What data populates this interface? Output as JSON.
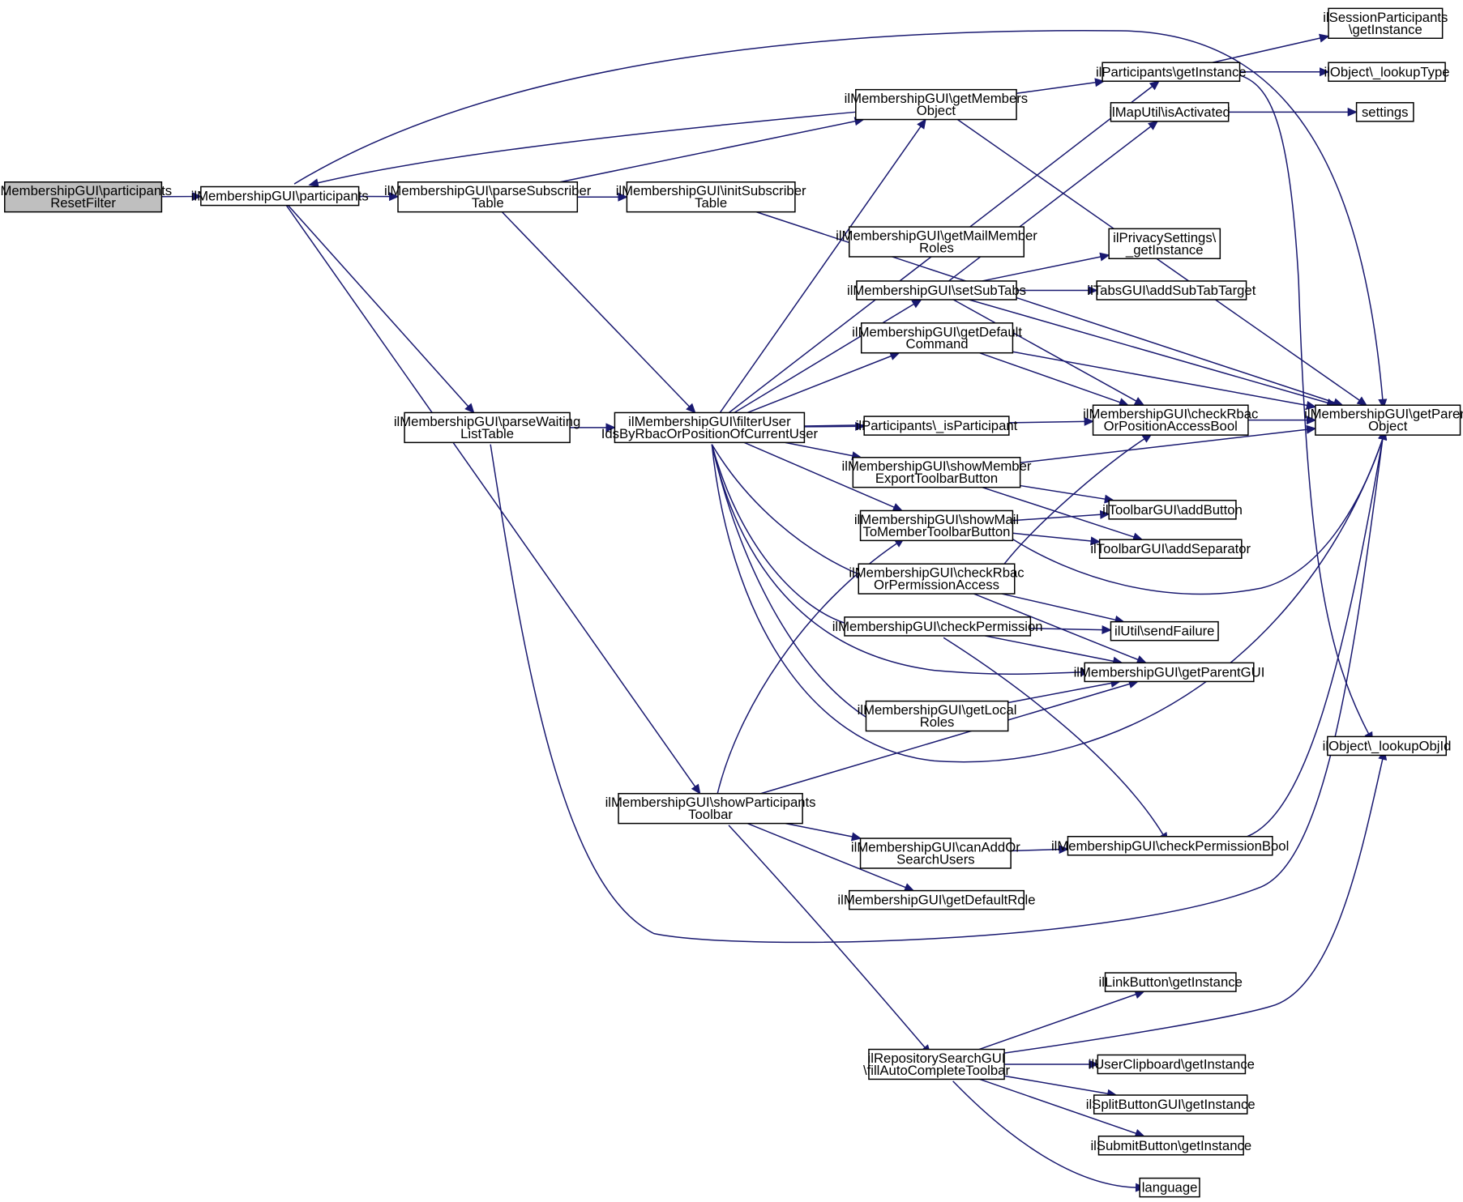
{
  "nodes": [
    {
      "id": "root",
      "lines": [
        "ilMembershipGUI\\participants",
        "ResetFilter"
      ],
      "root": true
    },
    {
      "id": "participants",
      "lines": [
        "ilMembershipGUI\\participants"
      ]
    },
    {
      "id": "parseSubscriber",
      "lines": [
        "ilMembershipGUI\\parseSubscriber",
        "Table"
      ]
    },
    {
      "id": "initSubscriber",
      "lines": [
        "ilMembershipGUI\\initSubscriber",
        "Table"
      ]
    },
    {
      "id": "getMembersObject",
      "lines": [
        "ilMembershipGUI\\getMembers",
        "Object"
      ]
    },
    {
      "id": "parseWaiting",
      "lines": [
        "ilMembershipGUI\\parseWaiting",
        "ListTable"
      ]
    },
    {
      "id": "filterUser",
      "lines": [
        "ilMembershipGUI\\filterUser",
        "IdsByRbacOrPositionOfCurrentUser"
      ]
    },
    {
      "id": "showPartToolbar",
      "lines": [
        "ilMembershipGUI\\showParticipants",
        "Toolbar"
      ]
    },
    {
      "id": "partGetInstance",
      "lines": [
        "ilParticipants\\getInstance"
      ]
    },
    {
      "id": "sessionPart",
      "lines": [
        "ilSessionParticipants",
        "\\getInstance"
      ]
    },
    {
      "id": "lookupType",
      "lines": [
        "ilObject\\_lookupType"
      ]
    },
    {
      "id": "mapUtil",
      "lines": [
        "ilMapUtil\\isActivated"
      ]
    },
    {
      "id": "settings",
      "lines": [
        "settings"
      ]
    },
    {
      "id": "getMailRoles",
      "lines": [
        "ilMembershipGUI\\getMailMember",
        "Roles"
      ]
    },
    {
      "id": "privacy",
      "lines": [
        "ilPrivacySettings\\",
        "_getInstance"
      ]
    },
    {
      "id": "setSubTabs",
      "lines": [
        "ilMembershipGUI\\setSubTabs"
      ]
    },
    {
      "id": "tabsGUI",
      "lines": [
        "ilTabsGUI\\addSubTabTarget"
      ]
    },
    {
      "id": "getDefaultCmd",
      "lines": [
        "ilMembershipGUI\\getDefault",
        "Command"
      ]
    },
    {
      "id": "checkRbacPos",
      "lines": [
        "ilMembershipGUI\\checkRbac",
        "OrPositionAccessBool"
      ]
    },
    {
      "id": "getParentObject",
      "lines": [
        "ilMembershipGUI\\getParent",
        "Object"
      ]
    },
    {
      "id": "isParticipant",
      "lines": [
        "ilParticipants\\_isParticipant"
      ]
    },
    {
      "id": "showExport",
      "lines": [
        "ilMembershipGUI\\showMember",
        "ExportToolbarButton"
      ]
    },
    {
      "id": "addButton",
      "lines": [
        "ilToolbarGUI\\addButton"
      ]
    },
    {
      "id": "showMail",
      "lines": [
        "ilMembershipGUI\\showMail",
        "ToMemberToolbarButton"
      ]
    },
    {
      "id": "addSeparator",
      "lines": [
        "ilToolbarGUI\\addSeparator"
      ]
    },
    {
      "id": "checkRbacPerm",
      "lines": [
        "ilMembershipGUI\\checkRbac",
        "OrPermissionAccess"
      ]
    },
    {
      "id": "sendFailure",
      "lines": [
        "ilUtil\\sendFailure"
      ]
    },
    {
      "id": "checkPermission",
      "lines": [
        "ilMembershipGUI\\checkPermission"
      ]
    },
    {
      "id": "getParentGUI",
      "lines": [
        "ilMembershipGUI\\getParentGUI"
      ]
    },
    {
      "id": "getLocalRoles",
      "lines": [
        "ilMembershipGUI\\getLocal",
        "Roles"
      ]
    },
    {
      "id": "lookupObjId",
      "lines": [
        "ilObject\\_lookupObjId"
      ]
    },
    {
      "id": "canAdd",
      "lines": [
        "ilMembershipGUI\\canAddOr",
        "SearchUsers"
      ]
    },
    {
      "id": "checkPermBool",
      "lines": [
        "ilMembershipGUI\\checkPermissionBool"
      ]
    },
    {
      "id": "getDefaultRole",
      "lines": [
        "ilMembershipGUI\\getDefaultRole"
      ]
    },
    {
      "id": "linkButton",
      "lines": [
        "ilLinkButton\\getInstance"
      ]
    },
    {
      "id": "repoSearch",
      "lines": [
        "ilRepositorySearchGUI",
        "\\fillAutoCompleteToolbar"
      ]
    },
    {
      "id": "userClipboard",
      "lines": [
        "ilUserClipboard\\getInstance"
      ]
    },
    {
      "id": "splitButton",
      "lines": [
        "ilSplitButtonGUI\\getInstance"
      ]
    },
    {
      "id": "submitButton",
      "lines": [
        "ilSubmitButton\\getInstance"
      ]
    },
    {
      "id": "language",
      "lines": [
        "language"
      ]
    }
  ],
  "edges": [
    [
      "root",
      "participants"
    ],
    [
      "participants",
      "parseSubscriber"
    ],
    [
      "participants",
      "getParentObject"
    ],
    [
      "participants",
      "parseWaiting"
    ],
    [
      "participants",
      "showPartToolbar"
    ],
    [
      "parseSubscriber",
      "initSubscriber"
    ],
    [
      "parseSubscriber",
      "getMembersObject"
    ],
    [
      "parseSubscriber",
      "filterUser"
    ],
    [
      "initSubscriber",
      "getParentObject"
    ],
    [
      "getMembersObject",
      "participants"
    ],
    [
      "getMembersObject",
      "partGetInstance"
    ],
    [
      "getMembersObject",
      "getParentObject"
    ],
    [
      "parseWaiting",
      "filterUser"
    ],
    [
      "parseWaiting",
      "getParentObject"
    ],
    [
      "filterUser",
      "getMembersObject"
    ],
    [
      "filterUser",
      "partGetInstance"
    ],
    [
      "filterUser",
      "setSubTabs"
    ],
    [
      "filterUser",
      "getDefaultCmd"
    ],
    [
      "filterUser",
      "checkRbacPos"
    ],
    [
      "filterUser",
      "isParticipant"
    ],
    [
      "filterUser",
      "showExport"
    ],
    [
      "filterUser",
      "showMail"
    ],
    [
      "filterUser",
      "checkRbacPerm"
    ],
    [
      "filterUser",
      "checkPermission"
    ],
    [
      "filterUser",
      "getParentGUI"
    ],
    [
      "filterUser",
      "getLocalRoles"
    ],
    [
      "filterUser",
      "getParentObject"
    ],
    [
      "partGetInstance",
      "sessionPart"
    ],
    [
      "partGetInstance",
      "lookupType"
    ],
    [
      "partGetInstance",
      "lookupObjId"
    ],
    [
      "mapUtil",
      "settings"
    ],
    [
      "setSubTabs",
      "mapUtil"
    ],
    [
      "setSubTabs",
      "privacy"
    ],
    [
      "setSubTabs",
      "tabsGUI"
    ],
    [
      "setSubTabs",
      "checkRbacPos"
    ],
    [
      "setSubTabs",
      "getParentObject"
    ],
    [
      "getDefaultCmd",
      "checkRbacPos"
    ],
    [
      "getDefaultCmd",
      "getParentObject"
    ],
    [
      "checkRbacPos",
      "getParentObject"
    ],
    [
      "showExport",
      "getParentObject"
    ],
    [
      "showExport",
      "addButton"
    ],
    [
      "showExport",
      "addSeparator"
    ],
    [
      "showMail",
      "addButton"
    ],
    [
      "showMail",
      "addSeparator"
    ],
    [
      "showMail",
      "getParentObject"
    ],
    [
      "checkRbacPerm",
      "checkRbacPos"
    ],
    [
      "checkRbacPerm",
      "sendFailure"
    ],
    [
      "checkRbacPerm",
      "getParentGUI"
    ],
    [
      "checkPermission",
      "sendFailure"
    ],
    [
      "checkPermission",
      "getParentGUI"
    ],
    [
      "checkPermission",
      "checkPermBool"
    ],
    [
      "getLocalRoles",
      "getParentGUI"
    ],
    [
      "showPartToolbar",
      "showMail"
    ],
    [
      "showPartToolbar",
      "getParentGUI"
    ],
    [
      "showPartToolbar",
      "canAdd"
    ],
    [
      "showPartToolbar",
      "getDefaultRole"
    ],
    [
      "showPartToolbar",
      "repoSearch"
    ],
    [
      "canAdd",
      "checkPermBool"
    ],
    [
      "checkPermBool",
      "getParentObject"
    ],
    [
      "repoSearch",
      "linkButton"
    ],
    [
      "repoSearch",
      "lookupObjId"
    ],
    [
      "repoSearch",
      "userClipboard"
    ],
    [
      "repoSearch",
      "splitButton"
    ],
    [
      "repoSearch",
      "submitButton"
    ],
    [
      "repoSearch",
      "language"
    ]
  ]
}
